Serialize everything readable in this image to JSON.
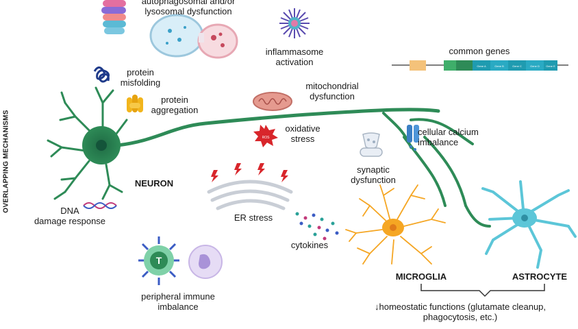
{
  "side_title": "OVERLAPPING MECHANISMS",
  "labels": {
    "autophagy_line1": "autophagosomal and/or",
    "autophagy_line2": "lysosomal dysfunction",
    "inflammasome_line1": "inflammasome",
    "inflammasome_line2": "activation",
    "common_genes": "common genes",
    "protein_misfolding_line1": "protein",
    "protein_misfolding_line2": "misfolding",
    "protein_aggregation_line1": "protein",
    "protein_aggregation_line2": "aggregation",
    "mitochondrial_line1": "mitochondrial",
    "mitochondrial_line2": "dysfunction",
    "oxidative_line1": "oxidative",
    "oxidative_line2": "stress",
    "ros_badge": "ROS",
    "calcium_line1": "cellular calcium",
    "calcium_line2": "imbalance",
    "synaptic_line1": "synaptic",
    "synaptic_line2": "dysfunction",
    "neuron": "NEURON",
    "dna_line1": "DNA",
    "dna_line2": "damage response",
    "er_stress": "ER stress",
    "cytokines": "cytokines",
    "t_cell_letter": "T",
    "immune_line1": "peripheral immune",
    "immune_line2": "imbalance",
    "microglia": "MICROGLIA",
    "astrocyte": "ASTROCYTE",
    "homeostatic_line1": "↓homeostatic functions (glutamate cleanup,",
    "homeostatic_line2": "phagocytosis, etc.)",
    "gene_exons": [
      "Gene A",
      "Gene B",
      "Gene C",
      "Gene D",
      "Gene E"
    ]
  },
  "colors": {
    "neuron_green": "#2e8b57",
    "neuron_dark": "#1f6b44",
    "microglia_orange": "#f5a623",
    "astrocyte_blue": "#5cc6d8",
    "mito_pink": "#e59a8f",
    "er_gray": "#c9ced6",
    "ros_red": "#d8262b"
  }
}
